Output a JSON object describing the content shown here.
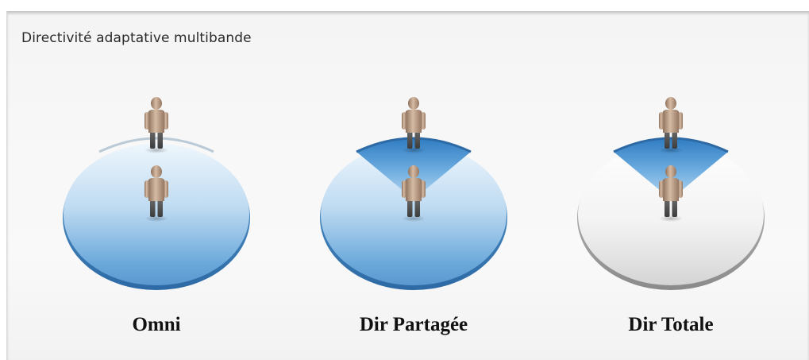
{
  "panel": {
    "title": "Directivité adaptative multibande"
  },
  "modes": [
    {
      "id": "omni",
      "label": "Omni"
    },
    {
      "id": "dir-partagee",
      "label": "Dir Partagée"
    },
    {
      "id": "dir-totale",
      "label": "Dir Totale"
    }
  ],
  "colors": {
    "disc_blue_top": "#e6f1fb",
    "disc_blue_bottom": "#5f9fd4",
    "disc_rim": "#3a78b4",
    "sector_blue": "#3f86c6",
    "disc_white": "#f4f4f4",
    "person": "#b59a84"
  }
}
